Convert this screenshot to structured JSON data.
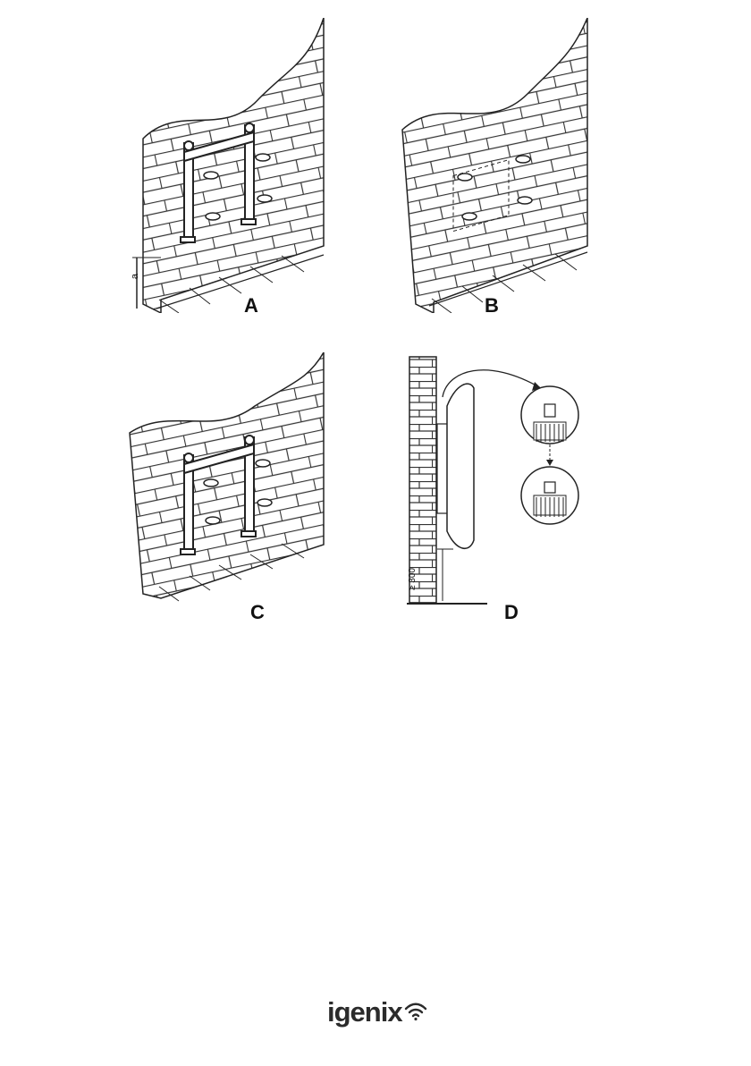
{
  "figure": {
    "panels": [
      {
        "id": "A",
        "label": "A",
        "dimension_label": "a"
      },
      {
        "id": "B",
        "label": "B"
      },
      {
        "id": "C",
        "label": "C"
      },
      {
        "id": "D",
        "label": "D",
        "dimension_label": "≥ 300"
      }
    ]
  },
  "footer": {
    "brand": "igenix"
  },
  "icons": {
    "brand_mark": "wifi-icon"
  }
}
